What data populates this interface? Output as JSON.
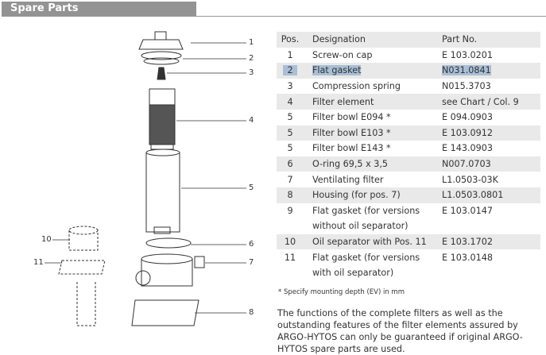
{
  "title": "Spare Parts",
  "table": {
    "headers": [
      "Pos.",
      "Designation",
      "Part No."
    ],
    "rows": [
      {
        "pos": "1",
        "designation": "Screw-on cap",
        "part": "E 103.0201"
      },
      {
        "pos": "2",
        "designation": "Flat gasket",
        "part": "N031.0841"
      },
      {
        "pos": "3",
        "designation": "Compression spring",
        "part": "N015.3703"
      },
      {
        "pos": "4",
        "designation": "Filter element",
        "part": "see Chart / Col. 9"
      },
      {
        "pos": "5",
        "designation": "Filter bowl E094 *",
        "part": "E 094.0903"
      },
      {
        "pos": "5",
        "designation": "Filter bowl E103 *",
        "part": "E 103.0912"
      },
      {
        "pos": "5",
        "designation": "Filter bowl E143 *",
        "part": "E 143.0903"
      },
      {
        "pos": "6",
        "designation": "O-ring 69,5 x 3,5",
        "part": "N007.0703"
      },
      {
        "pos": "7",
        "designation": "Ventilating filter",
        "part": "L1.0503-03K"
      },
      {
        "pos": "8",
        "designation": "Housing (for pos. 7)",
        "part": "L1.0503.0801"
      },
      {
        "pos": "9",
        "designation": "Flat gasket (for versions",
        "designation2": "without oil separator)",
        "part": "E 103.0147"
      },
      {
        "pos": "10",
        "designation": "Oil separator with Pos. 11",
        "part": "E 103.1702"
      },
      {
        "pos": "11",
        "designation": "Flat gasket (for versions",
        "designation2": "with oil separator)",
        "part": "E 103.0148"
      }
    ]
  },
  "footnote": "* Specify mounting depth (EV) in mm",
  "paragraph": "The functions of the complete filters as well as the outstanding features of the filter elements assured by ARGO-HYTOS can only be guaranteed if original ARGO-HYTOS spare parts are used.",
  "callouts": [
    "1",
    "2",
    "3",
    "4",
    "5",
    "6",
    "7",
    "8",
    "10",
    "11"
  ]
}
